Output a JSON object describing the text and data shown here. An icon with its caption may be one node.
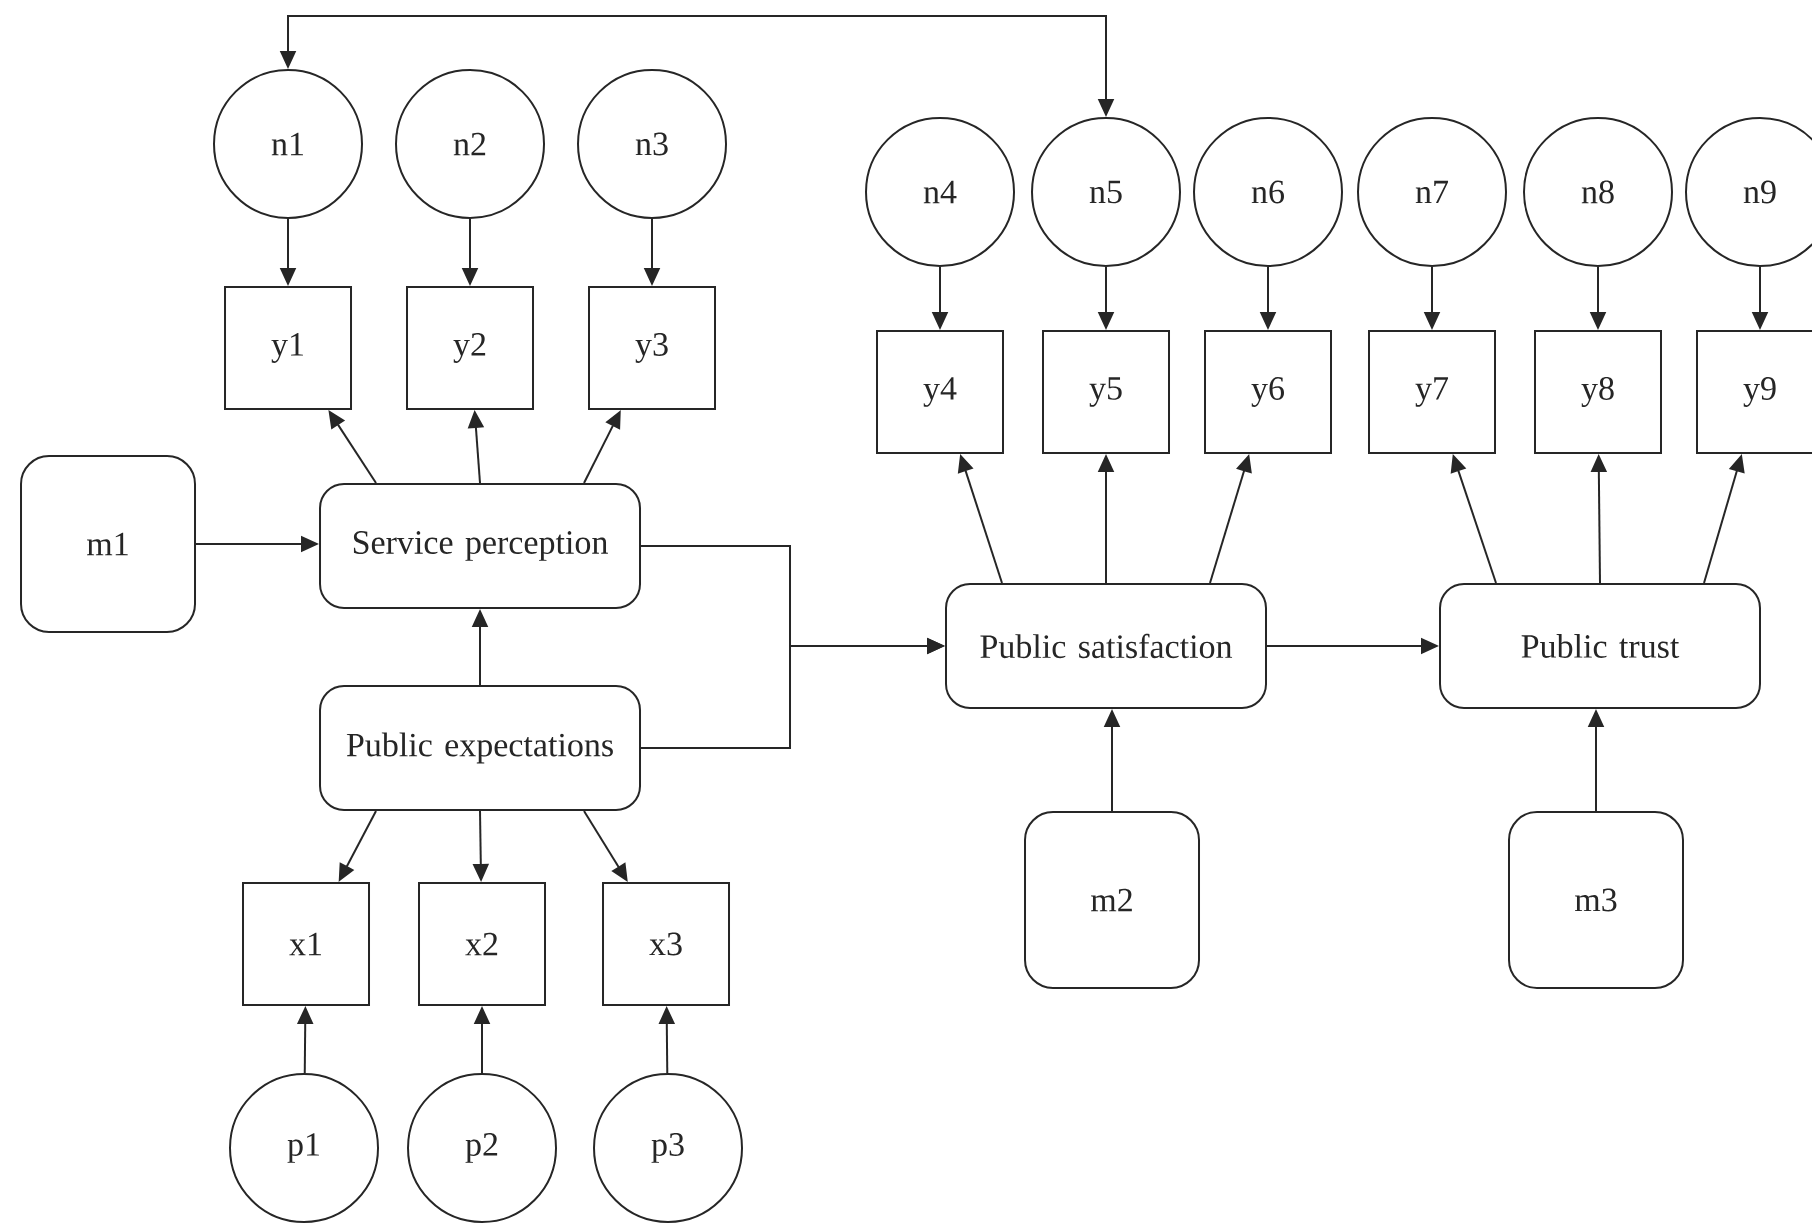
{
  "diagram": {
    "nodes": [
      {
        "text": [
          "n1"
        ]
      },
      {
        "text": [
          "n2"
        ]
      },
      {
        "text": [
          "n3"
        ]
      },
      {
        "text": [
          "n4"
        ]
      },
      {
        "text": [
          "n5"
        ]
      },
      {
        "text": [
          "n6"
        ]
      },
      {
        "text": [
          "n7"
        ]
      },
      {
        "text": [
          "n8"
        ]
      },
      {
        "text": [
          "n9"
        ]
      },
      {
        "text": [
          "y1"
        ]
      },
      {
        "text": [
          "y2"
        ]
      },
      {
        "text": [
          "y3"
        ]
      },
      {
        "text": [
          "y4"
        ]
      },
      {
        "text": [
          "y5"
        ]
      },
      {
        "text": [
          "y6"
        ]
      },
      {
        "text": [
          "y7"
        ]
      },
      {
        "text": [
          "y8"
        ]
      },
      {
        "text": [
          "y9"
        ]
      },
      {
        "text": [
          "m1"
        ]
      },
      {
        "text": [
          "Service perception"
        ]
      },
      {
        "text": [
          "Public satisfaction"
        ]
      },
      {
        "text": [
          "Public trust"
        ]
      },
      {
        "text": [
          "Public expectations"
        ]
      },
      {
        "text": [
          "m2"
        ]
      },
      {
        "text": [
          "m3"
        ]
      },
      {
        "text": [
          "x1"
        ]
      },
      {
        "text": [
          "x2"
        ]
      },
      {
        "text": [
          "x3"
        ]
      },
      {
        "text": [
          "p1"
        ]
      },
      {
        "text": [
          "p2"
        ]
      },
      {
        "text": [
          "p3"
        ]
      }
    ],
    "edges": [
      {
        "from": 4,
        "to": 0,
        "arrow": "both"
      },
      {
        "from": 0,
        "to": 9,
        "arrow": "to"
      },
      {
        "from": 1,
        "to": 10,
        "arrow": "to"
      },
      {
        "from": 2,
        "to": 11,
        "arrow": "to"
      },
      {
        "from": 3,
        "to": 12,
        "arrow": "to"
      },
      {
        "from": 4,
        "to": 13,
        "arrow": "to"
      },
      {
        "from": 5,
        "to": 14,
        "arrow": "to"
      },
      {
        "from": 6,
        "to": 15,
        "arrow": "to"
      },
      {
        "from": 7,
        "to": 16,
        "arrow": "to"
      },
      {
        "from": 8,
        "to": 17,
        "arrow": "to"
      },
      {
        "from": 19,
        "to": 9,
        "arrow": "to"
      },
      {
        "from": 19,
        "to": 10,
        "arrow": "to"
      },
      {
        "from": 19,
        "to": 11,
        "arrow": "to"
      },
      {
        "from": 20,
        "to": 12,
        "arrow": "to"
      },
      {
        "from": 20,
        "to": 13,
        "arrow": "to"
      },
      {
        "from": 20,
        "to": 14,
        "arrow": "to"
      },
      {
        "from": 21,
        "to": 15,
        "arrow": "to"
      },
      {
        "from": 21,
        "to": 16,
        "arrow": "to"
      },
      {
        "from": 21,
        "to": 17,
        "arrow": "to"
      },
      {
        "from": 18,
        "to": 19,
        "arrow": "to"
      },
      {
        "from": 22,
        "to": 19,
        "arrow": "to"
      },
      {
        "from": 19,
        "to": 20,
        "arrow": "to"
      },
      {
        "from": 22,
        "to": 20,
        "arrow": "to"
      },
      {
        "from": 20,
        "to": 21,
        "arrow": "to"
      },
      {
        "from": 23,
        "to": 20,
        "arrow": "to"
      },
      {
        "from": 24,
        "to": 21,
        "arrow": "to"
      },
      {
        "from": 22,
        "to": 25,
        "arrow": "to"
      },
      {
        "from": 22,
        "to": 26,
        "arrow": "to"
      },
      {
        "from": 22,
        "to": 27,
        "arrow": "to"
      },
      {
        "from": 28,
        "to": 25,
        "arrow": "to"
      },
      {
        "from": 29,
        "to": 26,
        "arrow": "to"
      },
      {
        "from": 30,
        "to": 27,
        "arrow": "to"
      }
    ]
  }
}
